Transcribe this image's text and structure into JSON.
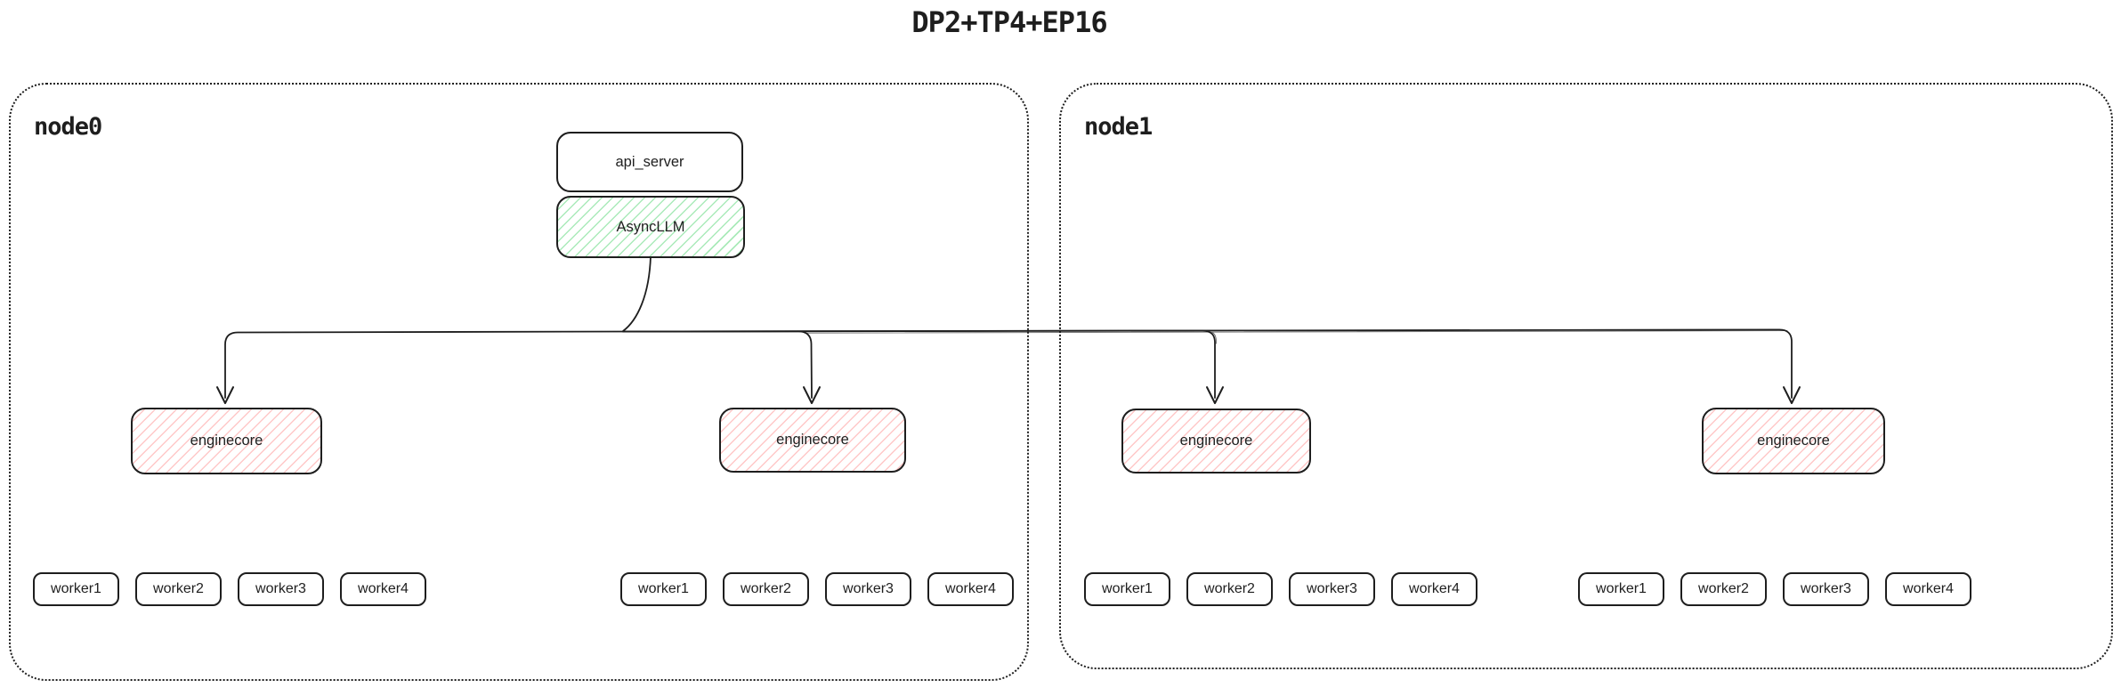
{
  "title": "DP2+TP4+EP16",
  "colors": {
    "stroke": "#1e1e1e",
    "background": "#ffffff",
    "async_llm_hatch_green": "#64d980",
    "enginecore_hatch_red": "#ff7d7d"
  },
  "nodes": [
    {
      "label": "node0",
      "api_server_label": "api_server",
      "async_llm_label": "AsyncLLM",
      "enginecores": [
        "enginecore",
        "enginecore"
      ],
      "workers": [
        "worker1",
        "worker2",
        "worker3",
        "worker4"
      ]
    },
    {
      "label": "node1",
      "enginecores": [
        "enginecore",
        "enginecore"
      ],
      "workers": [
        "worker1",
        "worker2",
        "worker3",
        "worker4"
      ]
    }
  ],
  "connections": {
    "source": "AsyncLLM",
    "target": "enginecore",
    "arrow_count": 4
  }
}
